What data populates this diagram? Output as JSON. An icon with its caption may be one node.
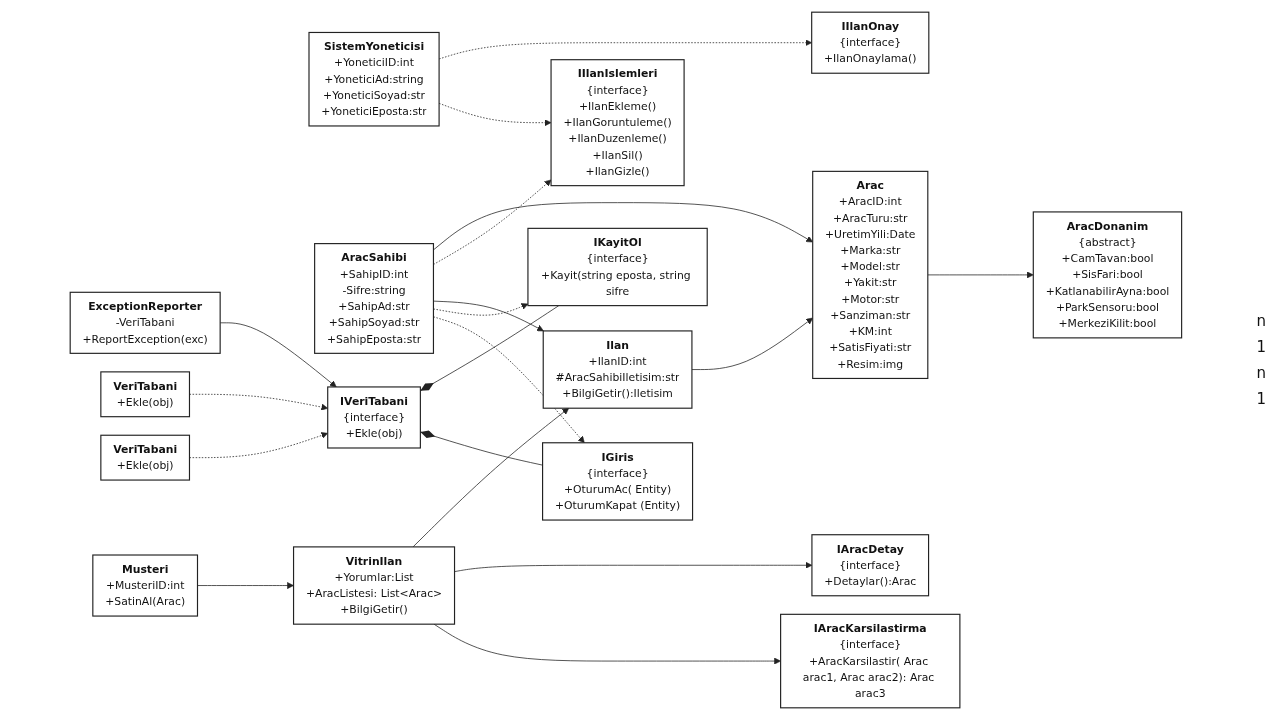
{
  "diagram": {
    "nodes": [
      {
        "text": [
          "Arac",
          "+AracID:int",
          "+AracTuru:str",
          "+UretimYili:Date",
          "+Marka:str",
          "+Model:str",
          "+Yakit:str",
          "+Motor:str",
          "+Sanziman:str",
          "+KM:int",
          "+SatisFiyati:str",
          "+Resim:img"
        ]
      },
      {
        "text": [
          "SistemYoneticisi",
          "+YoneticiID:int",
          "+YoneticiAd:string",
          "+YoneticiSoyad:str",
          "+YoneticiEposta:str"
        ]
      },
      {
        "text": [
          "IIlanOnay",
          "{interface}",
          "+IlanOnaylama()"
        ]
      },
      {
        "text": [
          "Musteri",
          "+MusteriID:int",
          "+SatinAl(Arac)"
        ]
      },
      {
        "text": [
          "IAracDetay",
          "{interface}",
          "+Detaylar():Arac"
        ]
      },
      {
        "text": [
          "Ilan",
          "+IlanID:int",
          "#AracSahibiIletisim:str",
          "+BilgiGetir():Iletisim"
        ]
      },
      {
        "text": [
          "IIlanIslemleri",
          "{interface}",
          "+IlanEkleme()",
          "+IlanGoruntuleme()",
          "+IlanDuzenleme()",
          "+IlanSil()",
          "+IlanGizle()"
        ]
      },
      {
        "text": [
          "AracDonanim",
          "{abstract}",
          "+CamTavan:bool",
          "+SisFari:bool",
          "+KatlanabilirAyna:bool",
          "+ParkSensoru:bool",
          "+MerkeziKilit:bool"
        ]
      },
      {
        "text": [
          "AracSahibi",
          "+SahipID:int",
          "-Sifre:string",
          "+SahipAd:str",
          "+SahipSoyad:str",
          "+SahipEposta:str"
        ]
      },
      {
        "text": [
          "VitrinIlan",
          "+Yorumlar:List",
          "+AracListesi: List<Arac>",
          "+BilgiGetir()"
        ]
      },
      {
        "text": [
          "IAracKarsilastirma",
          "{interface}",
          "+AracKarsilastir( Arac arac1, Arac arac2): Arac arac3"
        ]
      },
      {
        "text": [
          "ExceptionReporter",
          "-VeriTabani",
          "+ReportException(exc)"
        ]
      },
      {
        "text": [
          "IVeriTabani",
          "{interface}",
          "+Ekle(obj)"
        ]
      },
      {
        "text": [
          "IKayitOl",
          "{interface}",
          "+Kayit(string eposta, string sifre"
        ]
      },
      {
        "text": [
          "IGiris",
          "{interface}",
          "+OturumAc( Entity)",
          "+OturumKapat (Entity)"
        ]
      },
      {
        "text": [
          "VeriTabani",
          "+Ekle(obj)"
        ]
      },
      {
        "text": [
          "VeriTabani",
          "+Ekle(obj)"
        ]
      }
    ],
    "edges": [
      {
        "from": 5,
        "to": 0,
        "arrow": "to"
      },
      {
        "from": 8,
        "to": 0,
        "arrow": "to"
      },
      {
        "from": 0,
        "to": 7,
        "arrow": "to"
      },
      {
        "from": 1,
        "to": 2,
        "arrow": "to",
        "style": "dashed"
      },
      {
        "from": 1,
        "to": 6,
        "arrow": "to",
        "style": "dashed"
      },
      {
        "from": 8,
        "to": 6,
        "arrow": "to",
        "style": "dashed"
      },
      {
        "from": 8,
        "to": 5,
        "arrow": "to"
      },
      {
        "from": 9,
        "to": 5,
        "arrow": "to"
      },
      {
        "from": 3,
        "to": 9,
        "arrow": "to"
      },
      {
        "from": 9,
        "to": 4,
        "arrow": "to"
      },
      {
        "from": 9,
        "to": 10,
        "arrow": "to"
      },
      {
        "from": 8,
        "to": 13,
        "arrow": "to",
        "style": "dashed"
      },
      {
        "from": 8,
        "to": 14,
        "arrow": "to",
        "style": "dashed"
      },
      {
        "from": 11,
        "to": 12,
        "arrow": "to"
      },
      {
        "from": 15,
        "to": 12,
        "arrow": "to",
        "style": "dashed"
      },
      {
        "from": 16,
        "to": 12,
        "arrow": "to",
        "style": "dashed"
      },
      {
        "from": 12,
        "to": 13,
        "arrow": "other"
      },
      {
        "from": 12,
        "to": 14,
        "arrow": "other"
      }
    ],
    "labels": [
      "n",
      "1",
      "n",
      "1"
    ]
  }
}
